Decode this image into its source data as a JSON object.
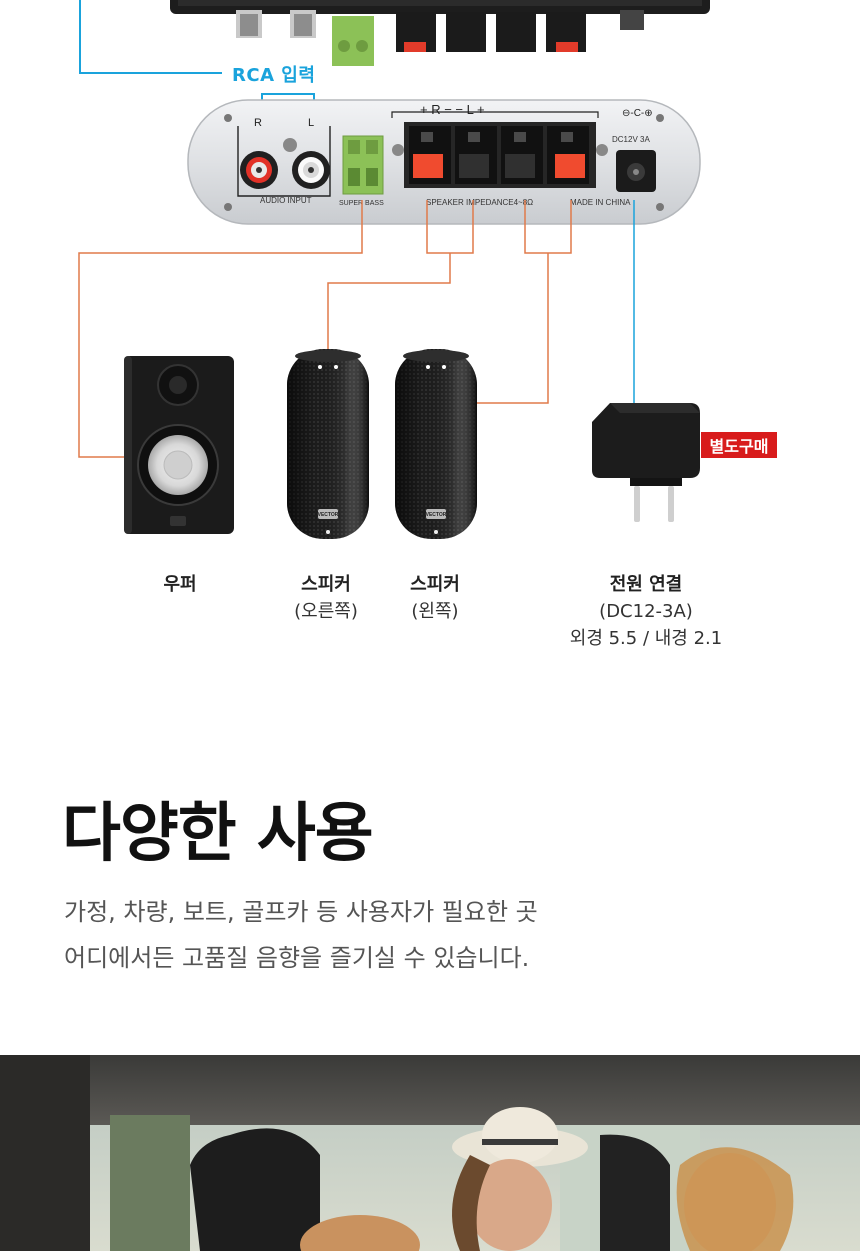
{
  "diagram": {
    "rca_label": "RCA 입력",
    "amp_panel": {
      "channel_r": "R",
      "channel_l": "L",
      "terminal_top": "+ R − − L +",
      "audio_input": "AUDIO INPUT",
      "super_bass": "SUPER BASS",
      "impedance": "SPEAKER IMPEDANCE4~8Ω",
      "made_in": "MADE IN CHINA",
      "dc_spec": "DC12V 3A",
      "speaker_brand": "VECTOR"
    },
    "badge": "별도구매",
    "colors": {
      "rca_line": "#1aa3dc",
      "speaker_line": "#e07a4a",
      "badge": "#d81b1b"
    }
  },
  "captions": [
    {
      "title": "우퍼",
      "sub1": "",
      "sub2": ""
    },
    {
      "title": "스피커",
      "sub1": "(오른쪽)",
      "sub2": ""
    },
    {
      "title": "스피커",
      "sub1": "(왼쪽)",
      "sub2": ""
    },
    {
      "title": "전원 연결",
      "sub1": "(DC12-3A)",
      "sub2": "외경 5.5 / 내경 2.1"
    }
  ],
  "usage": {
    "title": "다양한 사용",
    "line1": "가정, 차량, 보트, 골프카 등 사용자가 필요한 곳",
    "line2": "어디에서든 고품질 음향을 즐기실 수 있습니다."
  }
}
